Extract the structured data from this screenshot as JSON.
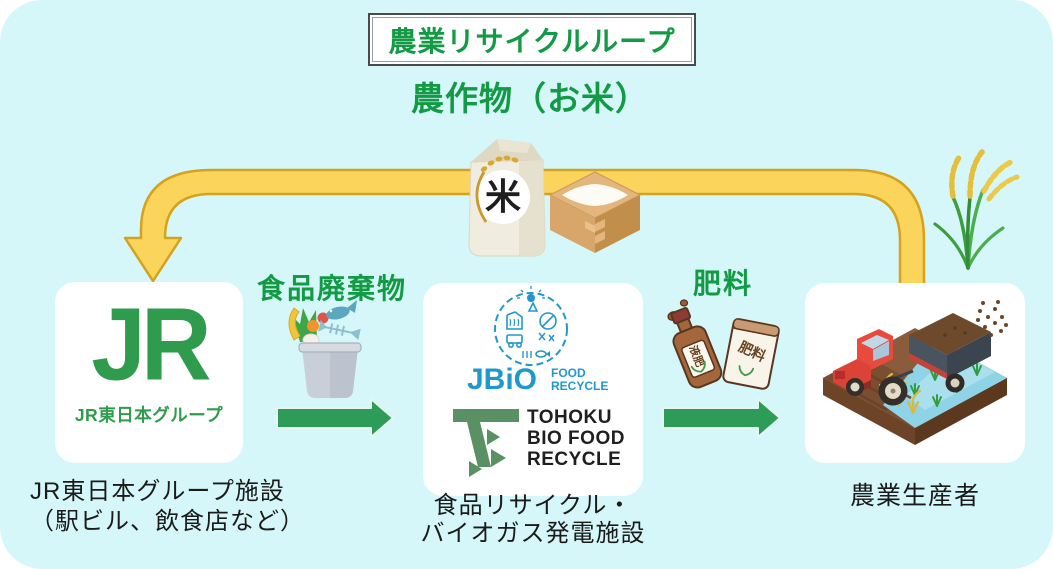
{
  "diagram": {
    "title": "農業リサイクルループ",
    "subtitle": "農作物（お米）",
    "flow_labels": {
      "food_waste": "食品廃棄物",
      "fertilizer": "肥料"
    },
    "jr_node": {
      "logo": "JR",
      "logo_caption": "JR東日本グループ",
      "caption_line1": "JR東日本グループ施設",
      "caption_line2": "（駅ビル、飲食店など）"
    },
    "recycle_node": {
      "jbio_wordmark": "JBiO",
      "jbio_sub_line1": "FOOD",
      "jbio_sub_line2": "RECYCLE",
      "tohoku_line1": "TOHOKU",
      "tohoku_line2": "BIO FOOD",
      "tohoku_line3": "RECYCLE",
      "caption_line1": "食品リサイクル・",
      "caption_line2": "バイオガス発電施設"
    },
    "farmer_node": {
      "caption": "農業生産者"
    },
    "icons": {
      "rice_bag_kanji": "米",
      "fertilizer_bottle_label": "液肥",
      "fertilizer_bag_label": "肥料",
      "names": [
        "rice-bag-icon",
        "rice-masu-icon",
        "rice-plant-icon",
        "food-waste-icon",
        "fertilizer-bottle-icon",
        "fertilizer-bag-icon",
        "tractor-farm-icon",
        "loop-arrow",
        "flow-arrow"
      ]
    },
    "colors": {
      "panel_bg": "#D5F7F9",
      "green_text": "#129A44",
      "jr_green": "#2F9B4D",
      "loop_yellow": "#FBD45C",
      "loop_outline": "#D4A21C",
      "arrow_green": "#2E9C59",
      "jbio_blue": "#2098CB",
      "tohoku_green": "#5A9164",
      "caption_black": "#1B1B1B"
    }
  }
}
